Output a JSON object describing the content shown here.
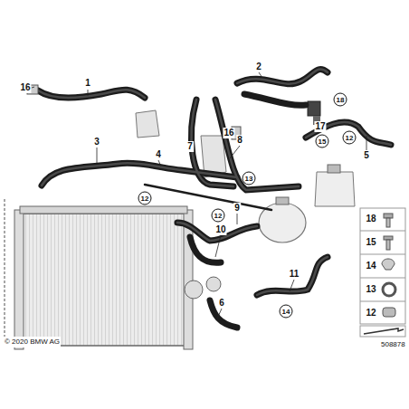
{
  "diagram": {
    "labels": [
      "16",
      "1",
      "3",
      "4",
      "7",
      "8",
      "16",
      "2",
      "18",
      "17",
      "15",
      "12",
      "5",
      "13",
      "12",
      "12",
      "9",
      "10",
      "11",
      "6",
      "14",
      "18",
      "15",
      "14",
      "13",
      "12",
      "© 2020 BMW AG",
      "508878"
    ]
  }
}
